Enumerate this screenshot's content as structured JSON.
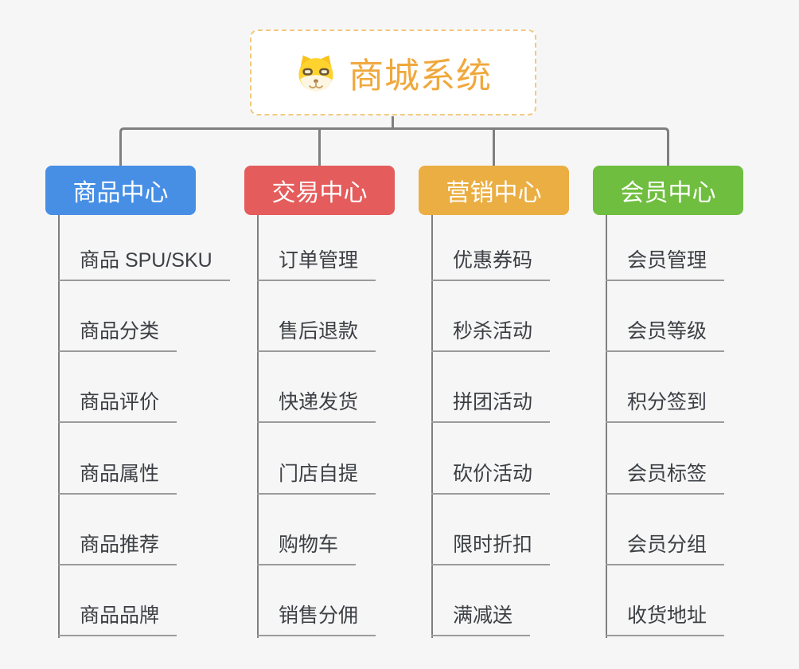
{
  "root": {
    "title": "商城系统",
    "icon": "dog-face-icon"
  },
  "colors": {
    "connector": "#7F7F7F",
    "underline": "#9B9B9B",
    "root-accent": "#F0A83C",
    "root-border": "#F2C982",
    "canvas-bg": "#F6F6F6",
    "leaf-text": "#3C3F44"
  },
  "branches": [
    {
      "label": "商品中心",
      "color": "#478FE5",
      "items": [
        "商品 SPU/SKU",
        "商品分类",
        "商品评价",
        "商品属性",
        "商品推荐",
        "商品品牌"
      ]
    },
    {
      "label": "交易中心",
      "color": "#E45C5C",
      "items": [
        "订单管理",
        "售后退款",
        "快递发货",
        "门店自提",
        "购物车",
        "销售分佣"
      ]
    },
    {
      "label": "营销中心",
      "color": "#EBAE42",
      "items": [
        "优惠券码",
        "秒杀活动",
        "拼团活动",
        "砍价活动",
        "限时折扣",
        "满减送"
      ]
    },
    {
      "label": "会员中心",
      "color": "#6FBE3F",
      "items": [
        "会员管理",
        "会员等级",
        "积分签到",
        "会员标签",
        "会员分组",
        "收货地址"
      ]
    }
  ]
}
